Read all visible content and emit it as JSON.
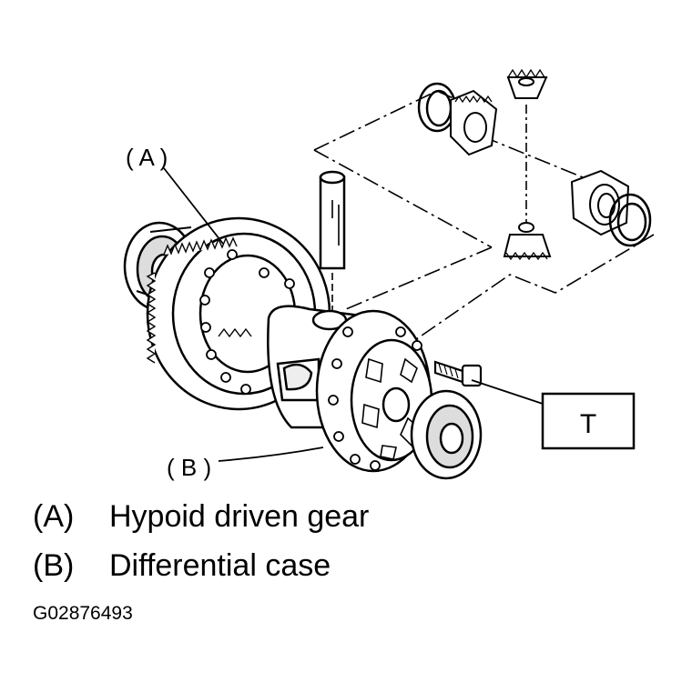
{
  "callouts": {
    "a": "( A )",
    "b": "( B )",
    "t": "T"
  },
  "legend": [
    {
      "key": "(A)",
      "text": "Hypoid driven gear"
    },
    {
      "key": "(B)",
      "text": "Differential case"
    }
  ],
  "figure_id": "G02876493"
}
